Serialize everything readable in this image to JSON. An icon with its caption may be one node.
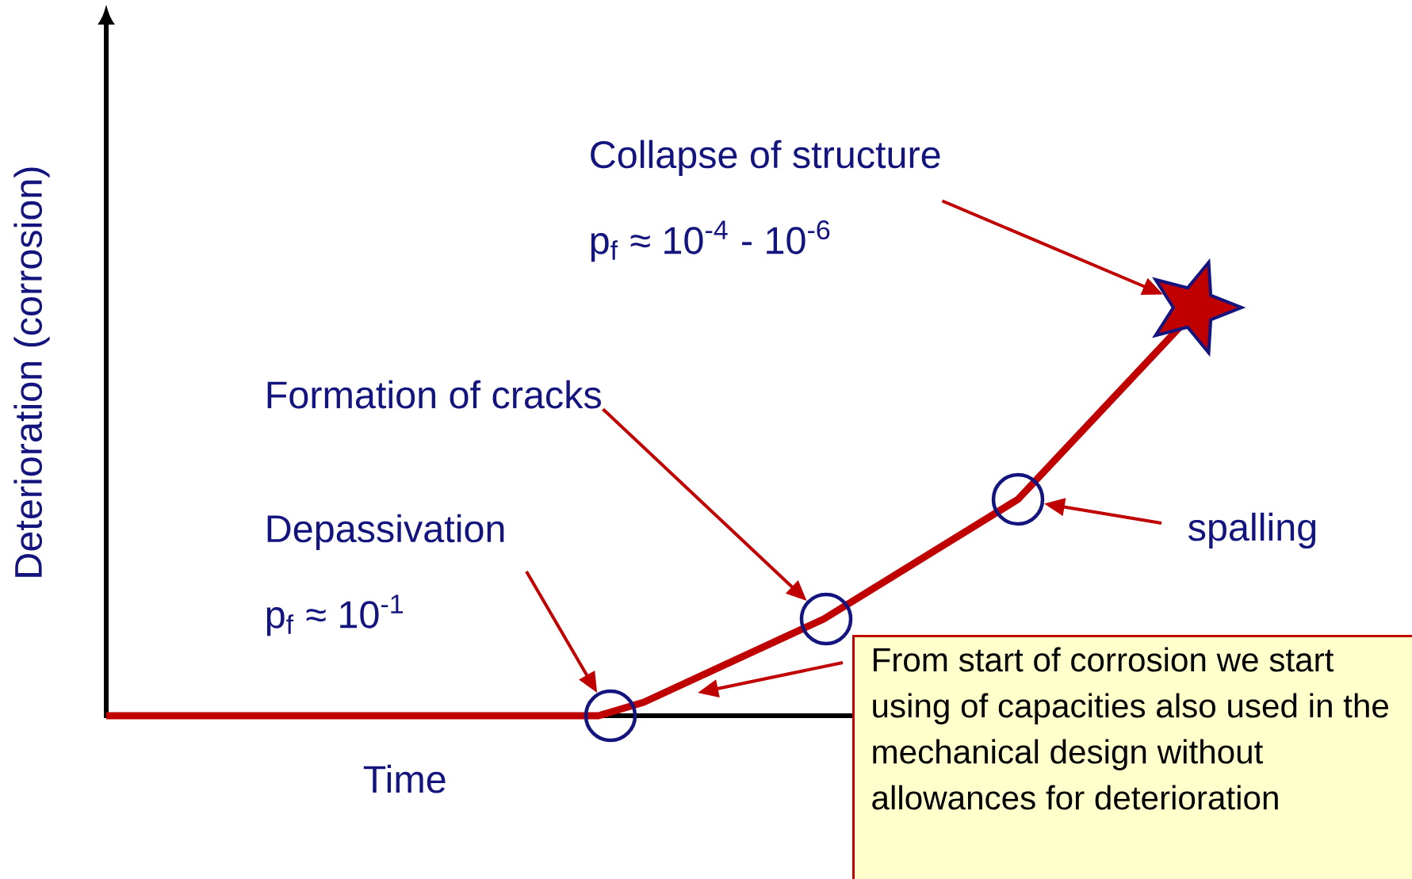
{
  "diagram": {
    "nodes": [
      {
        "text": [
          "Collapse of structure",
          "p$_{f}$ ≈ 10$^{-4}$ - 10$^{-6}$"
        ]
      },
      {
        "text": [
          "Formation of cracks"
        ]
      },
      {
        "text": [
          "Depassivation",
          "p$_{f}$ ≈ 10$^{-1}$"
        ]
      },
      {
        "text": [
          "spalling"
        ]
      },
      {
        "text": [
          "From start of corrosion we start using of capacities also used in the mechanical design without allowances for deterioration"
        ]
      },
      {
        "text": [],
        "shape": "circle"
      },
      {
        "text": [],
        "shape": "circle"
      },
      {
        "text": [],
        "shape": "circle"
      },
      {
        "text": [],
        "shape": "star"
      }
    ],
    "edges": [
      {
        "from": 0,
        "to": 8,
        "arrow": "to"
      },
      {
        "from": 1,
        "to": 6,
        "arrow": "to"
      },
      {
        "from": 2,
        "to": 5,
        "arrow": "to"
      },
      {
        "from": 3,
        "to": 7,
        "arrow": "to"
      },
      {
        "from": 4,
        "to": null,
        "arrow": "to"
      }
    ],
    "labels": [
      "Deterioration (corrosion)",
      "Time"
    ]
  }
}
